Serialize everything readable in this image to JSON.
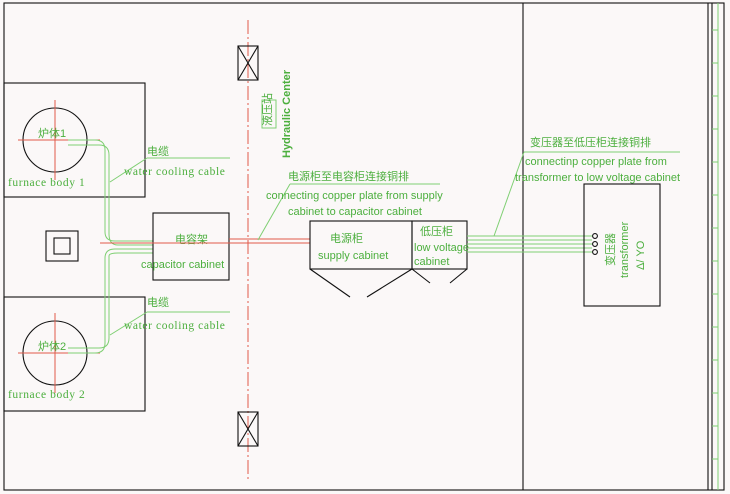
{
  "furnace_1": {
    "cn_label": "炉体1",
    "en_label": "furnace body 1",
    "cable_cn": "电缆",
    "cable_en": "water cooling cable"
  },
  "furnace_2": {
    "cn_label": "炉体2",
    "en_label": "furnace body 2",
    "cable_cn": "电缆",
    "cable_en": "water cooling cable"
  },
  "hydraulic_center": {
    "cn_label": "液压站",
    "en_label": "Hydraulic Center"
  },
  "capacitor_cabinet": {
    "cn_label": "电容架",
    "en_label": "capacitor cabinet"
  },
  "supply_cabinet": {
    "cn_label": "电源柜",
    "en_label": "supply cabinet"
  },
  "low_voltage_cabinet": {
    "cn_label": "低压柜",
    "en_label_1": "low voltage",
    "en_label_2": "cabinet"
  },
  "transformer": {
    "cn_label": "变压器",
    "en_label": "transformer",
    "connection": "Δ/ YO"
  },
  "copper_plate_supply_to_capacitor": {
    "cn_label": "电源柜至电容柜连接铜排",
    "en_label_1": "connecting copper plate from supply",
    "en_label_2": "cabinet  to capacitor cabinet"
  },
  "copper_plate_transformer_to_low_voltage": {
    "cn_label": "变压器至低压柜连接铜排",
    "en_label_1": "connectinp copper plate from",
    "en_label_2": "transformer to low voltage cabinet"
  },
  "colors": {
    "label_green": "#4caf3e",
    "cable_green": "#7fcf73",
    "centerline_red": "#e05a4a",
    "outline_black": "#111111",
    "background": "#fbf8f8"
  }
}
